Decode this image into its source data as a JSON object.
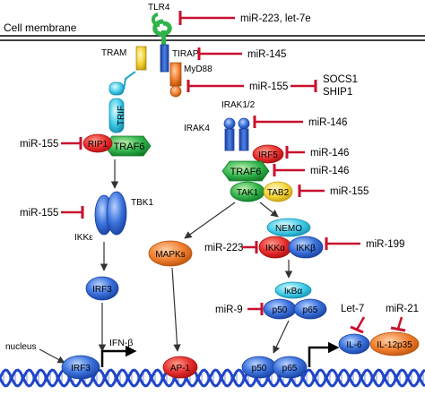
{
  "labels": {
    "cell_membrane": "Cell membrane",
    "tlr4": "TLR4",
    "tram": "TRAM",
    "tirap": "TIRAP",
    "myd88": "MyD88",
    "trif": "TRIF",
    "rip1": "RIP1",
    "traf6_left": "TRAF6",
    "tbk1": "TBK1",
    "ikke": "IKKε",
    "irf3_top": "IRF3",
    "nucleus": "nucleus",
    "irf3_dna": "IRF3",
    "ifnb": "IFN-β",
    "irak12": "IRAK1/2",
    "irak4": "IRAK4",
    "irf5": "IRF5",
    "traf6_right": "TRAF6",
    "tak1": "TAK1",
    "tab2": "TAB2",
    "nemo": "NEMO",
    "ikka": "IKKα",
    "ikkb": "IKKβ",
    "mapks": "MAPKs",
    "ikba": "IκBα",
    "p50_top": "p50",
    "p65_top": "p65",
    "ap1": "AP-1",
    "p50_dna": "p50",
    "p65_dna": "p65",
    "il6": "IL-6",
    "il12p35": "IL-12p35"
  },
  "mirnas": {
    "mir223_let7e": "miR-223, let-7e",
    "mir145": "miR-145",
    "mir155_myd88": "miR-155",
    "socs1": "SOCS1",
    "ship1": "SHIP1",
    "mir146_irak": "miR-146",
    "mir155_rip1": "miR-155",
    "mir146_irf5": "miR-146",
    "mir146_traf6": "miR-146",
    "mir155_tab2": "miR-155",
    "mir155_tbk1": "miR-155",
    "mir223_ikka": "miR-223",
    "mir199": "miR-199",
    "mir9": "miR-9",
    "let7": "Let-7",
    "mir21": "miR-21"
  },
  "colors": {
    "inhibit": "#c8102e",
    "blue": "#3b6fd6",
    "cyan": "#38c9e6",
    "green": "#2fb34a",
    "red": "#e62b2b",
    "orange": "#ee7a2a",
    "yellow": "#f4d233",
    "dna": "#1f45c8"
  }
}
